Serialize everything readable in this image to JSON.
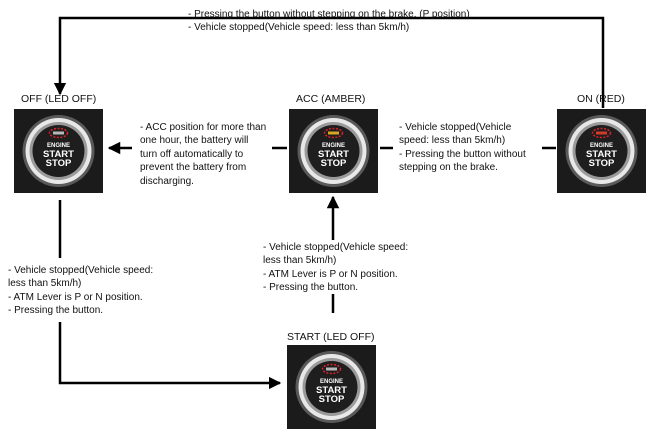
{
  "states": [
    {
      "id": "off",
      "label": "OFF (LED OFF)",
      "led_color": "#b8b8b8"
    },
    {
      "id": "acc",
      "label": "ACC (AMBER)",
      "led_color": "#d9a420"
    },
    {
      "id": "on",
      "label": "ON (RED)",
      "led_color": "#d23a2a"
    },
    {
      "id": "start",
      "label": "START (LED OFF)",
      "led_color": "#b8b8b8"
    }
  ],
  "button_face": {
    "line1": "ENGINE",
    "line2": "START",
    "line3": "STOP"
  },
  "transitions": {
    "on_to_off": [
      "- Pressing the button without stepping on the brake. (P position)",
      "- Vehicle stopped(Vehicle speed: less than 5km/h)"
    ],
    "acc_to_off": [
      "- ACC position for more than",
      "one hour, the battery will",
      "turn off automatically to",
      "prevent the battery from",
      "discharging."
    ],
    "on_to_acc": [
      "- Vehicle stopped(Vehicle",
      "speed: less than 5km/h)",
      "- Pressing the button without",
      "stepping on the brake."
    ],
    "start_to_acc": [
      "- Vehicle stopped(Vehicle speed:",
      "less than 5km/h)",
      "- ATM Lever is P or N position.",
      "- Pressing the button."
    ],
    "off_to_start": [
      "- Vehicle stopped(Vehicle speed:",
      "less than 5km/h)",
      "- ATM Lever is P or N position.",
      "- Pressing the button."
    ]
  },
  "colors": {
    "line": "#000000",
    "led_oval": "#d8232a"
  }
}
